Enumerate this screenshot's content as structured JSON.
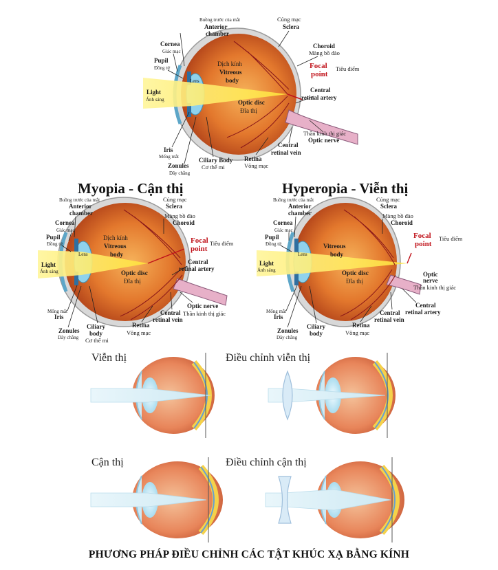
{
  "top_diagram": {
    "anterior_chamber_vi": "Buồng trước của mắt",
    "anterior_chamber_en_1": "Anterior",
    "anterior_chamber_en_2": "chamber",
    "sclera_vi": "Củng mạc",
    "sclera_en": "Sclera",
    "cornea_en": "Cornea",
    "cornea_vi": "Giác mạc",
    "choroid_en": "Choroid",
    "choroid_vi": "Màng bồ đào",
    "pupil_en": "Pupil",
    "pupil_vi": "Đồng tử",
    "vitreous_vi": "Dịch kính",
    "vitreous_en_1": "Vitreous",
    "vitreous_en_2": "body",
    "lens": "Lens",
    "focal_1": "Focal",
    "focal_2": "point",
    "focal_vi": "Tiêu điểm",
    "light_en": "Light",
    "light_vi": "Ánh sáng",
    "artery_1": "Central",
    "artery_2": "retinal artery",
    "optic_disc_en": "Optic disc",
    "optic_disc_vi": "Đĩa thị",
    "optic_nerve_vi": "Thần kinh thị giác",
    "optic_nerve_en": "Optic nerve",
    "iris_en": "Iris",
    "iris_vi": "Mống mắt",
    "ciliary_en": "Ciliary Body",
    "ciliary_vi": "Cơ thể mi",
    "vein_1": "Central",
    "vein_2": "retinal vein",
    "retina_en": "Retina",
    "retina_vi": "Võng mạc",
    "zonules_en": "Zonules",
    "zonules_vi": "Dây chằng"
  },
  "myopia": {
    "title": "Myopia - Cận thị",
    "anterior_chamber_vi": "Buồng trước của mắt",
    "anterior_chamber_en_1": "Anterior",
    "anterior_chamber_en_2": "chamber",
    "sclera_vi": "Củng mạc",
    "sclera_en": "Sclera",
    "choroid_vi": "Màng bồ đào",
    "choroid_en": "Choroid",
    "cornea_en": "Cornea",
    "cornea_vi": "Giác mạc",
    "pupil_en": "Pupil",
    "pupil_vi": "Đồng tử",
    "vitreous_vi": "Dịch kính",
    "vitreous_en_1": "Vitreous",
    "vitreous_en_2": "body",
    "lens": "Lens",
    "focal_1": "Focal",
    "focal_2": "point",
    "focal_vi": "Tiêu điểm",
    "light_en": "Light",
    "light_vi": "Ánh sáng",
    "optic_disc_en": "Optic disc",
    "optic_disc_vi": "Đĩa thị",
    "artery_1": "Central",
    "artery_2": "retinal artery",
    "iris_vi": "Mống mắt",
    "iris_en": "Iris",
    "optic_nerve_en": "Optic nerve",
    "optic_nerve_vi": "Thần kinh thị giác",
    "zonules_en": "Zonules",
    "zonules_vi": "Dây chằng",
    "ciliary_1": "Ciliary",
    "ciliary_2": "body",
    "ciliary_vi": "Cơ thể mi",
    "retina_en": "Retina",
    "retina_vi": "Võng mạc",
    "vein_1": "Central",
    "vein_2": "retinal vein"
  },
  "hyperopia": {
    "title": "Hyperopia - Viễn thị",
    "anterior_chamber_vi": "Buồng trước của mắt",
    "anterior_chamber_en_1": "Anterior",
    "anterior_chamber_en_2": "chamber",
    "sclera_vi": "Củng mạc",
    "sclera_en": "Sclera",
    "choroid_vi": "Màng bồ đào",
    "choroid_en": "Choroid",
    "cornea_en": "Cornea",
    "cornea_vi": "Giác mạc",
    "pupil_en": "Pupil",
    "pupil_vi": "Đồng tử",
    "vitreous_en_1": "Vitreous",
    "vitreous_en_2": "body",
    "lens": "Lens",
    "focal_1": "Focal",
    "focal_2": "point",
    "focal_vi": "Tiêu điểm",
    "light_en": "Light",
    "light_vi": "Ánh sáng",
    "optic_disc_en": "Optic disc",
    "optic_disc_vi": "Đĩa thị",
    "optic_nerve_1": "Optic",
    "optic_nerve_2": "nerve",
    "optic_nerve_vi": "Thần kinh thị giác",
    "iris_vi": "Mống mắt",
    "iris_en": "Iris",
    "artery_1": "Central",
    "artery_2": "retinal artery",
    "zonules_en": "Zonules",
    "zonules_vi": "Dây chằng",
    "ciliary_1": "Ciliary",
    "ciliary_2": "body",
    "retina_en": "Retina",
    "retina_vi": "Võng mạc",
    "vein_1": "Central",
    "vein_2": "retinal vein"
  },
  "correction": {
    "hyperopia_label": "Viễn thị",
    "hyperopia_corrected_label": "Điều chỉnh viễn thị",
    "myopia_label": "Cận thị",
    "myopia_corrected_label": "Điều chỉnh cận thị"
  },
  "footer": "PHƯƠNG PHÁP ĐIỀU CHỈNH CÁC TẬT KHÚC XẠ BẰNG KÍNH",
  "colors": {
    "focal_red": "#c0121a",
    "light_yellow": "#fff27a",
    "eye_orange": "#e0702c",
    "sclera_gray": "#cfcfcf",
    "lens_blue": "#9fd7ee"
  }
}
